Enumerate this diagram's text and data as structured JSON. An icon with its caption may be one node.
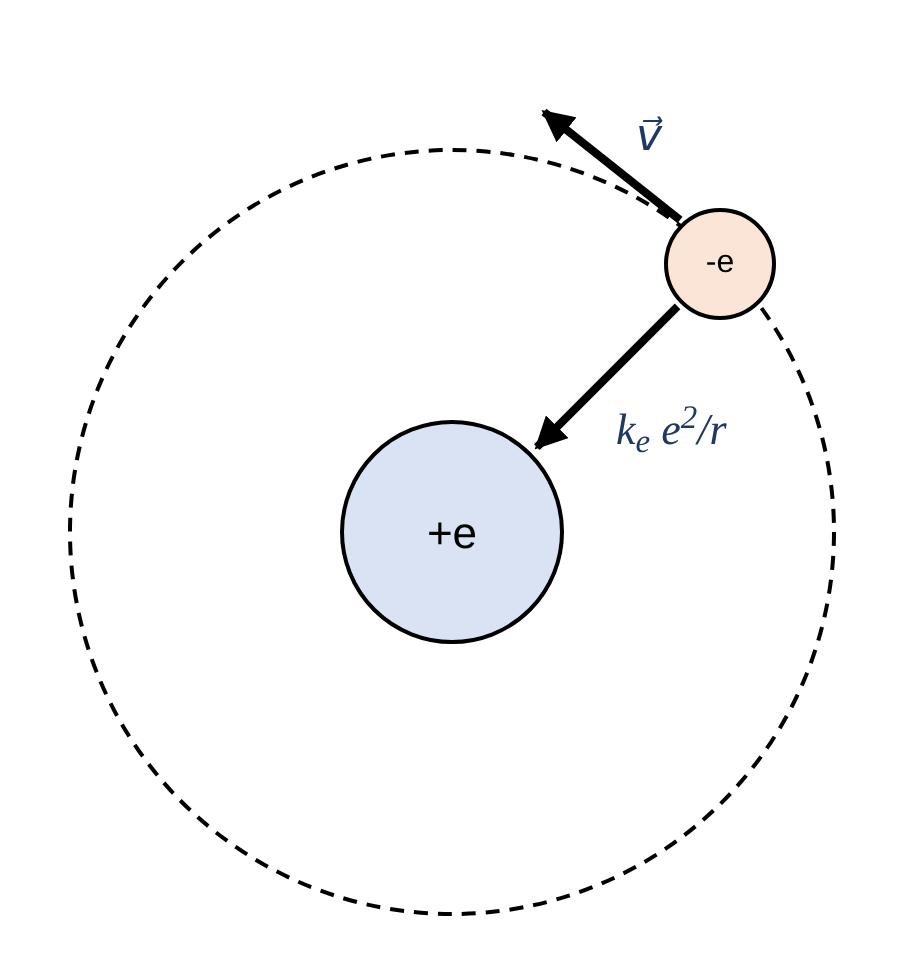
{
  "diagram": {
    "nodes": [
      {
        "text": [
          "+e"
        ]
      },
      {
        "text": [
          "-e"
        ]
      }
    ],
    "edges": [
      {
        "from": 1,
        "to": 0,
        "arrow": "to",
        "label": "k$_{e}$ e$^{2}$/r"
      }
    ],
    "labels": [
      "v⃗"
    ]
  }
}
